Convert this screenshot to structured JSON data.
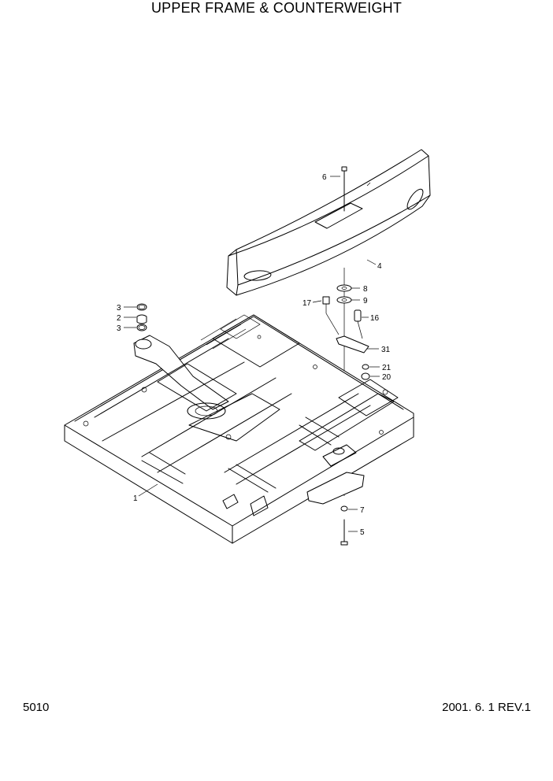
{
  "title": "UPPER FRAME & COUNTERWEIGHT",
  "page_number": "5010",
  "revision": "2001. 6. 1 REV.1",
  "callouts": [
    {
      "id": "c1",
      "label": "1"
    },
    {
      "id": "c2",
      "label": "2"
    },
    {
      "id": "c3a",
      "label": "3"
    },
    {
      "id": "c3b",
      "label": "3"
    },
    {
      "id": "c4",
      "label": "4"
    },
    {
      "id": "c5",
      "label": "5"
    },
    {
      "id": "c6",
      "label": "6"
    },
    {
      "id": "c7",
      "label": "7"
    },
    {
      "id": "c8",
      "label": "8"
    },
    {
      "id": "c9",
      "label": "9"
    },
    {
      "id": "c16",
      "label": "16"
    },
    {
      "id": "c17",
      "label": "17"
    },
    {
      "id": "c20",
      "label": "20"
    },
    {
      "id": "c21",
      "label": "21"
    },
    {
      "id": "c31",
      "label": "31"
    }
  ]
}
